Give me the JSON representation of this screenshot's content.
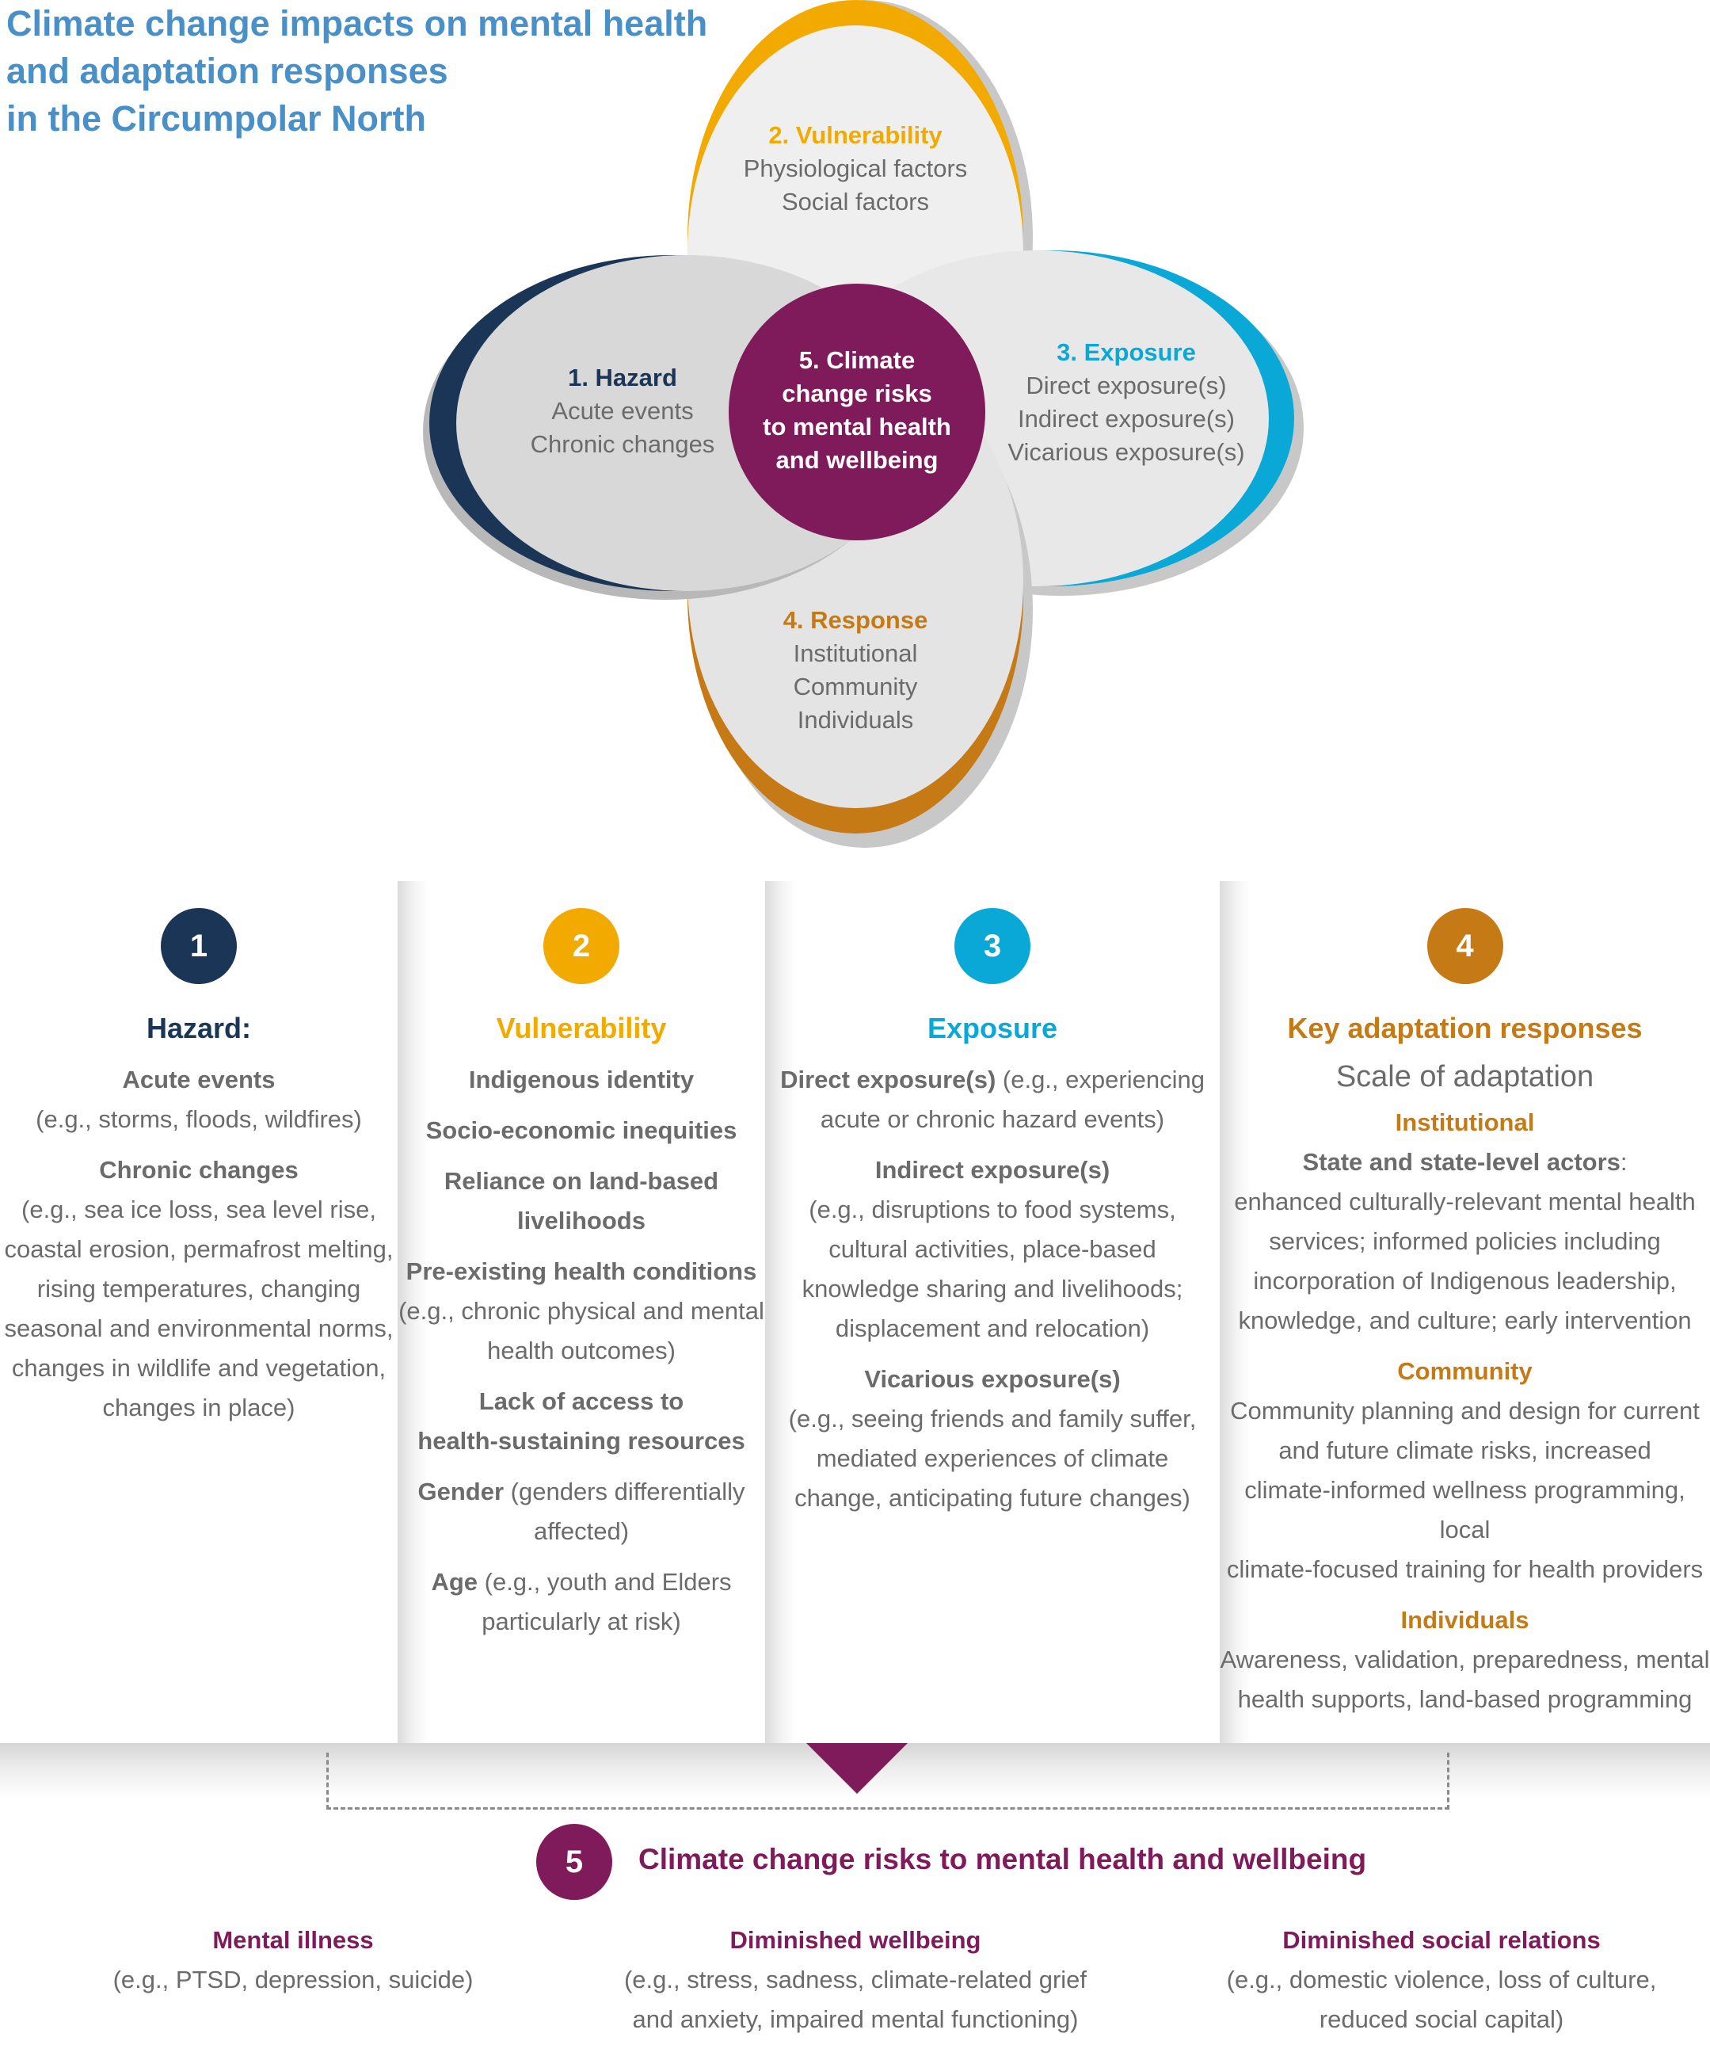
{
  "title": {
    "line1": "Climate change impacts on mental health",
    "line2": "and adaptation responses",
    "line3": "in the Circumpolar North"
  },
  "colors": {
    "hazard": "#1b3557",
    "vulnerability": "#f2a900",
    "exposure": "#0aa8d6",
    "response": "#c67a16",
    "risk": "#7f1b5b",
    "title": "#4a90c8"
  },
  "venn": {
    "vulnerability": {
      "heading": "2. Vulnerability",
      "line1": "Physiological factors",
      "line2": "Social factors"
    },
    "hazard": {
      "heading": "1. Hazard",
      "line1": "Acute events",
      "line2": "Chronic changes"
    },
    "center": {
      "line1": "5. Climate",
      "line2": "change risks",
      "line3": "to mental health",
      "line4": "and wellbeing"
    },
    "exposure": {
      "heading": "3. Exposure",
      "line1": "Direct exposure(s)",
      "line2": "Indirect exposure(s)",
      "line3": "Vicarious exposure(s)"
    },
    "response": {
      "heading": "4. Response",
      "line1": "Institutional",
      "line2": "Community",
      "line3": "Individuals"
    }
  },
  "columns": {
    "hazard": {
      "number": "1",
      "title": "Hazard:",
      "items": [
        {
          "bold": "Acute events",
          "rest": "",
          "lines": [
            "(e.g., storms, floods, wildfires)"
          ]
        },
        {
          "bold": "Chronic changes",
          "rest": "",
          "lines": [
            "(e.g., sea ice loss, sea level rise,",
            "coastal erosion, permafrost melting,",
            "rising temperatures, changing",
            "seasonal and environmental norms,",
            "changes in wildlife and vegetation,",
            "changes in place)"
          ]
        }
      ]
    },
    "vulnerability": {
      "number": "2",
      "title": "Vulnerability",
      "items": [
        {
          "bold": "Indigenous identity",
          "rest": "",
          "lines": []
        },
        {
          "bold": "Socio-economic inequities",
          "rest": "",
          "lines": []
        },
        {
          "bold": "Reliance on land-based",
          "rest": "",
          "boldlines": [
            "livelihoods"
          ],
          "lines": []
        },
        {
          "bold": "Pre-existing health conditions",
          "rest": "",
          "lines": [
            "(e.g., chronic physical and mental",
            "health outcomes)"
          ]
        },
        {
          "bold": "Lack of access to",
          "rest": "",
          "boldlines": [
            "health-sustaining resources"
          ],
          "lines": []
        },
        {
          "bold": "Gender",
          "rest": " (genders differentially",
          "lines": [
            "affected)"
          ]
        },
        {
          "bold": "Age",
          "rest": " (e.g., youth and Elders",
          "lines": [
            "particularly at risk)"
          ]
        }
      ]
    },
    "exposure": {
      "number": "3",
      "title": "Exposure",
      "items": [
        {
          "bold": "Direct exposure(s)",
          "rest": " (e.g., experiencing",
          "lines": [
            "acute or chronic hazard events)"
          ]
        },
        {
          "bold": "Indirect exposure(s)",
          "rest": "",
          "lines": [
            "(e.g., disruptions to food systems,",
            "cultural activities, place-based",
            "knowledge sharing and livelihoods;",
            "displacement and relocation)"
          ]
        },
        {
          "bold": "Vicarious exposure(s)",
          "rest": "",
          "lines": [
            "(e.g., seeing friends and family suffer,",
            "mediated experiences of climate",
            "change, anticipating future changes)"
          ]
        }
      ]
    },
    "response": {
      "number": "4",
      "title": "Key adaptation responses",
      "subtitle": "Scale of adaptation",
      "items": [
        {
          "heading": "Institutional",
          "bold": "State and state-level actors",
          "rest": ":",
          "lines": [
            "enhanced culturally-relevant mental health",
            "services; informed policies including",
            "incorporation of Indigenous leadership,",
            "knowledge, and culture; early intervention"
          ]
        },
        {
          "heading": "Community",
          "bold": "",
          "rest": "",
          "lines": [
            "Community planning and design for current",
            "and future climate risks, increased",
            "climate-informed wellness programming, local",
            "climate-focused training for health providers"
          ]
        },
        {
          "heading": "Individuals",
          "bold": "",
          "rest": "",
          "lines": [
            "Awareness, validation, preparedness, mental",
            "health supports, land-based programming"
          ]
        }
      ]
    }
  },
  "risks": {
    "number": "5",
    "title": "Climate change risks to mental health and wellbeing",
    "outcomes": [
      {
        "heading": "Mental illness",
        "lines": [
          "(e.g., PTSD, depression, suicide)"
        ]
      },
      {
        "heading": "Diminished wellbeing",
        "lines": [
          "(e.g., stress, sadness, climate-related grief",
          "and anxiety, impaired mental functioning)"
        ]
      },
      {
        "heading": "Diminished social relations",
        "lines": [
          "(e.g., domestic violence, loss of culture,",
          "reduced social capital)"
        ]
      }
    ]
  }
}
